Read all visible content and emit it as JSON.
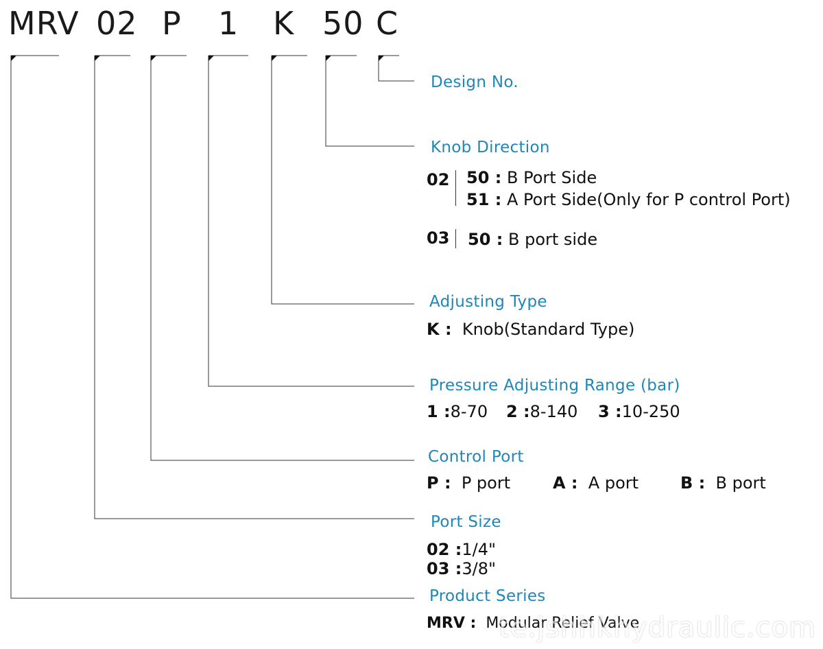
{
  "code": [
    "MRV",
    "02",
    "P",
    "1",
    "K",
    "50",
    "C"
  ],
  "design": {
    "title": "Design No."
  },
  "knob": {
    "title": "Knob Direction",
    "g02": {
      "code": "02",
      "o1": {
        "k": "50 :",
        "v": "B Port Side"
      },
      "o2": {
        "k": "51 :",
        "v": "A Port Side(Only for P control Port)"
      }
    },
    "g03": {
      "code": "03",
      "o1": {
        "k": "50 :",
        "v": "B port side"
      }
    }
  },
  "adjust": {
    "title": "Adjusting Type",
    "o1": {
      "k": "K :",
      "v": "Knob(Standard Type)"
    }
  },
  "pressure": {
    "title": "Pressure Adjusting Range (bar)",
    "o1": {
      "k": "1 :",
      "v": "8-70"
    },
    "o2": {
      "k": "2 :",
      "v": "8-140"
    },
    "o3": {
      "k": "3 :",
      "v": "10-250"
    }
  },
  "control": {
    "title": "Control Port",
    "o1": {
      "k": "P :",
      "v": "P port"
    },
    "o2": {
      "k": "A :",
      "v": "A port"
    },
    "o3": {
      "k": "B :",
      "v": "B port"
    }
  },
  "port": {
    "title": "Port Size",
    "o1": {
      "k": "02 :",
      "v": "1/4\""
    },
    "o2": {
      "k": "03 :",
      "v": "3/8\""
    }
  },
  "series": {
    "title": "Product Series",
    "o1": {
      "k": "MRV :",
      "v": "Modular Relief Valve"
    }
  },
  "watermark": "te.jshhkhydraulic.com"
}
